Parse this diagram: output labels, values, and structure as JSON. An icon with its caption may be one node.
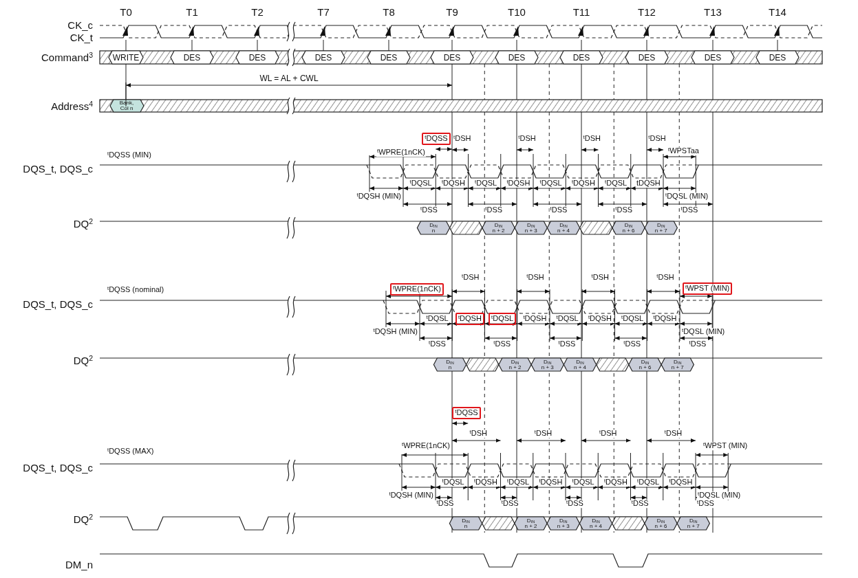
{
  "diagram": {
    "labels": [
      "T0",
      "T1",
      "T2",
      "T7",
      "T8",
      "T9",
      "T10",
      "T11",
      "T12",
      "T13",
      "T14",
      "CK_c",
      "CK_t",
      "Command$^{3}$",
      "WRITE",
      "DES",
      "DES",
      "DES",
      "DES",
      "DES",
      "DES",
      "DES",
      "DES",
      "DES",
      "DES",
      "WL = AL + CWL",
      "Address$^{4}$",
      "Bank, Col n",
      "$^{t}$DQSS",
      "$^{t}$DSH",
      "$^{t}$DSH",
      "$^{t}$DSH",
      "$^{t}$DSH",
      "$^{t}$DQSS (MIN)",
      "$^{t}$WPRE(1nCK)",
      "$^{t}$WPSTaa",
      "DQS_t, DQS_c",
      "$^{t}$DQSL",
      "$^{t}$DQSH",
      "$^{t}$DQSL",
      "$^{t}$DQSH",
      "$^{t}$DQSL",
      "$^{t}$DQSH",
      "$^{t}$DQSL",
      "tDQSH",
      "$^{t}$DQSH (MIN)",
      "$^{t}$DQSL (MIN)",
      "$^{t}$DSS",
      "$^{t}$DSS",
      "$^{t}$DSS",
      "$^{t}$DSS",
      "$^{t}$DSS",
      "DQ$^{2}$",
      "D$_{IN}$ n",
      "D$_{IN}$ n + 2",
      "D$_{IN}$ n + 3",
      "D$_{IN}$ n + 4",
      "D$_{IN}$ n + 6",
      "D$_{IN}$ n + 7",
      "$^{t}$DSH",
      "$^{t}$DSH",
      "$^{t}$DSH",
      "$^{t}$DSH",
      "$^{t}$DQSS (nominal)",
      "$^{t}$WPRE(1nCK)",
      "$^{t}$WPST (MIN)",
      "DQS_t, DQS_c",
      "$^{t}$DQSL",
      "$^{t}$DQSH",
      "$^{t}$DQSL",
      "$^{t}$DQSH",
      "$^{t}$DQSL",
      "$^{t}$DQSH",
      "$^{t}$DQSL",
      "$^{t}$DQSH",
      "$^{t}$DQSH (MIN)",
      "$^{t}$DQSL (MIN)",
      "$^{t}$DSS",
      "$^{t}$DSS",
      "$^{t}$DSS",
      "$^{t}$DSS",
      "$^{t}$DSS",
      "DQ$^{2}$",
      "D$_{IN}$ n",
      "D$_{IN}$ n + 2",
      "D$_{IN}$ n + 3",
      "D$_{IN}$ n + 4",
      "D$_{IN}$ n + 6",
      "D$_{IN}$ n + 7",
      "$^{t}$DQSS",
      "$^{t}$DSH",
      "$^{t}$DSH",
      "$^{t}$DSH",
      "$^{t}$DSH",
      "$^{t}$DQSS (MAX)",
      "$^{t}$WPRE(1nCK)",
      "$^{t}$WPST (MIN)",
      "DQS_t, DQS_c",
      "$^{t}$DQSL",
      "$^{t}$DQSH",
      "$^{t}$DQSL",
      "$^{t}$DQSH",
      "$^{t}$DQSL",
      "$^{t}$DQSH",
      "$^{t}$DQSL",
      "$^{t}$DQSH",
      "$^{t}$DQSH (MIN)",
      "$^{t}$DQSL (MIN)",
      "$^{t}$DSS",
      "$^{t}$DSS",
      "$^{t}$DSS",
      "$^{t}$DSS",
      "$^{t}$DSS",
      "DQ$^{2}$",
      "D$_{IN}$ n",
      "D$_{IN}$ n + 2",
      "D$_{IN}$ n + 3",
      "D$_{IN}$ n + 4",
      "D$_{IN}$ n + 6",
      "D$_{IN}$ n + 7",
      "DM_n"
    ]
  }
}
